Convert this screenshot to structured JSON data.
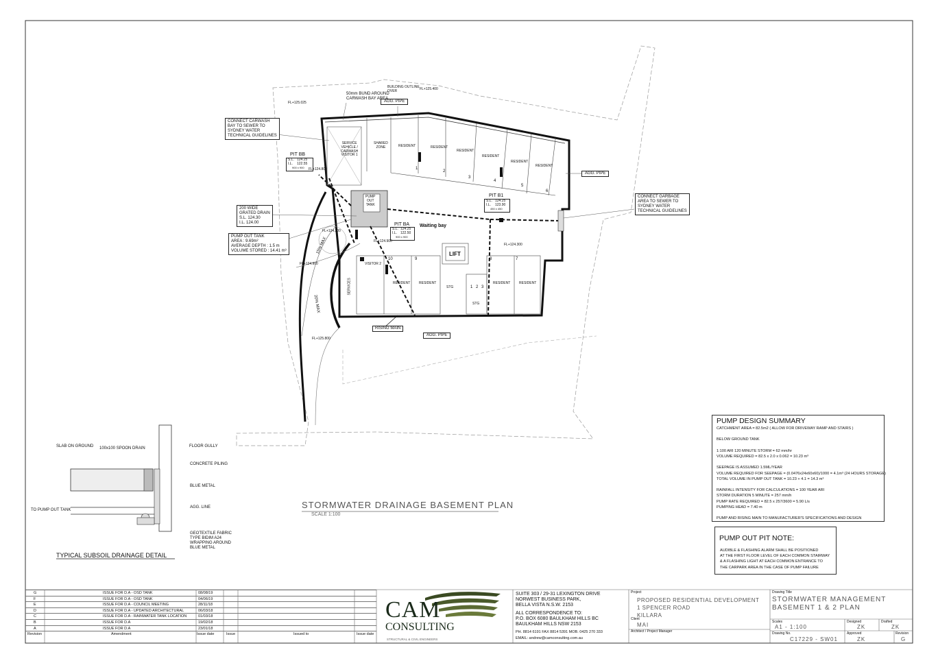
{
  "plan": {
    "title": "STORMWATER DRAINAGE BASEMENT  PLAN",
    "scale": "SCALE 1:100"
  },
  "callouts": {
    "bund": [
      "50mm BUND AROUND",
      "CARWASH BAY AREA"
    ],
    "building_outline": [
      "BUILDING OUTLINE",
      "OVER"
    ],
    "agg_pipe_top": "AGG. PIPE",
    "agg_pipe_right": "AGG. PIPE",
    "agg_pipe_bottom": "AGG. PIPE",
    "rising_main": "RISING MAIN",
    "carwash_sewer": [
      "CONNECT CARWASH",
      "BAY TO SEWER TO",
      "SYDNEY WATER",
      "TECHNICAL GUIDELINES"
    ],
    "garbage_sewer": [
      "CONNECT GARBAGE",
      "AREA TO SEWER TO",
      "SYDNEY WATER",
      "TECHNICAL GUIDELINES"
    ],
    "grated_drain": [
      "200 WIDE",
      "GRATED DRAIN",
      "S.L. 124.30",
      "I.L. 124.00"
    ],
    "pump_tank": [
      "PUMP OUT TANK",
      "AREA : 9.69m²",
      "AVERAGE DEPTH : 1.5 m",
      "VOLUME STORED : 14.41 m³"
    ],
    "pit_bb": {
      "title": "PIT BB",
      "sl": "S.L.",
      "sl_val": "124.25",
      "il": "I.L.",
      "il_val": "122.55",
      "size": "900 x 900"
    },
    "pit_b1": {
      "title": "PIT B1",
      "sl": "S.L.",
      "sl_val": "124.25",
      "il": "I.L.",
      "il_val": "123.90",
      "size": "450 x 450"
    },
    "pit_ba": {
      "title": "PIT BA",
      "sl": "S.L.",
      "sl_val": "124.25",
      "il": "I.L.",
      "il_val": "122.50",
      "size": "900 x 900"
    }
  },
  "spaces": {
    "service": [
      "SERVICE",
      "VEHICLE /",
      "CARWASH",
      "VISITOR 1"
    ],
    "shared": [
      "SHARED",
      "ZONE"
    ],
    "resident": "RESIDENT",
    "visitor2": "VISITOR 2",
    "services": "SERVICES",
    "waiting_bay": "Waiting bay",
    "lift": "LIFT",
    "stg": "STG",
    "pump_out_tank": [
      "PUMP",
      "OUT",
      "TANK"
    ],
    "numbers": [
      "1",
      "2",
      "3",
      "4",
      "5",
      "6",
      "7",
      "8",
      "9",
      "10",
      "1",
      "2",
      "3"
    ],
    "ramp1": "15% MAX",
    "ramp2": "20% MAX"
  },
  "detail": {
    "title": "TYPICAL SUBSOIL DRAINAGE DETAIL",
    "slab": "SLAB ON GROUND",
    "spoon": "100x100 SPOON DRAIN",
    "floor_gully": "FLOOR GULLY",
    "piling": "CONCRETE PILING",
    "blue_metal": "BLUE METAL",
    "agg_line": "AGG. LINE",
    "to_tank": "TO PUMP OUT TANK",
    "geotextile": [
      "GEOTEXTILE FABRIC",
      "TYPE BIDIM A24",
      "WRAPPING AROUND",
      "BLUE METAL"
    ]
  },
  "summary": {
    "title": "PUMP DESIGN SUMMARY",
    "lines": [
      "CATCHMENT AREA = 82.5m2 ( ALLOW FOR DRIVEWAY RAMP AND STAIRS )",
      "",
      "BELOW GROUND TANK",
      "",
      "1:100 ARI 120 MINUTE STORM = 62 mm/hr",
      "VOLUME REQUIRED = 82.5 x 2.0 x 0.062 = 10.23 m³",
      "",
      "SEEPAGE IS ASSUMED 1.5ML/YEAR",
      "VOLUME REQUIRED FOR SEEPAGE = (0.0476x24x60x60)/1000 = 4.1m³ (24 HOURS STORAGE)",
      "TOTAL VOLUME IN PUMP OUT TANK = 10.23 + 4.1 = 14.3 m³",
      "",
      "RAINFALL INTENSITY FOR CALCULATIONS = 100 YEAR ARI",
      "STORM DURATION 5 MINUTE = 257 mm/h",
      "PUMP RATE REQUIRED = 82.5 x 257/3600 = 5.90 L/s",
      "PUMPING HEAD = 7.40 m",
      "",
      "PUMP AND RISING MAIN TO MANUFACTURER'S SPECIFICATIONS AND DESIGN"
    ]
  },
  "note": {
    "title": "PUMP OUT PIT NOTE:",
    "lines": [
      "AUDIBLE & FLASHING ALARM SHALL BE POSITIONED",
      "AT THE FIRST FLOOR LEVEL OF EACH COMMON STAIRWAY",
      "& A FLASHING LIGHT AT EACH COMMON ENTRANCE TO",
      "THE CARPARK AREA IN THE CASE OF PUMP FAILURE"
    ]
  },
  "revisions": {
    "rows": [
      {
        "rev": "G",
        "text": "ISSUE FOR D.A - OSD TANK",
        "date": "08/08/19"
      },
      {
        "rev": "F",
        "text": "ISSUE FOR D.A - OSD TANK",
        "date": "04/06/19"
      },
      {
        "rev": "E",
        "text": "ISSUE FOR D.A - COUNCIL MEETING",
        "date": "28/11/18"
      },
      {
        "rev": "D",
        "text": "ISSUE FOR D.A - UPDATED ARCHITECTURAL",
        "date": "06/03/18"
      },
      {
        "rev": "C",
        "text": "ISSUE FOR D.A - RAINWATER TANK LOCATION",
        "date": "01/03/18"
      },
      {
        "rev": "B",
        "text": "ISSUE FOR D.A",
        "date": "19/02/18"
      },
      {
        "rev": "A",
        "text": "ISSUE FOR D.A",
        "date": "23/01/18"
      }
    ],
    "headers": {
      "revision": "Revision",
      "amendment": "Amendment",
      "issue_date": "Issue date",
      "issue": "Issue",
      "issued_to": "Issued to",
      "issue_date2": "Issue date"
    }
  },
  "company": {
    "name1": "CAM",
    "name2": "CONSULTING",
    "tagline": "STRUCTURAL & CIVIL ENGINEERS",
    "address": [
      "SUITE 303 / 29-31 LEXINGTON DRIVE",
      "NORWEST BUSINESS PARK,",
      "BELLA VISTA N.S.W. 2153"
    ],
    "correspondence": [
      "ALL CORRESPONDENCE TO:",
      "P.O. BOX 6080 BAULKHAM HILLS BC",
      "BAULKHAM HILLS NSW 2153"
    ],
    "contact": [
      "PH. 8814 6191  FAX 8814 5391  MOB. 0425 270 333",
      "EMAIL: andrew@camconsulting.com.au"
    ]
  },
  "title_block": {
    "project_label": "Project",
    "project": [
      "PROPOSED RESIDENTIAL DEVELOPMENT",
      "1 SPENCER ROAD",
      "KILLARA"
    ],
    "client_label": "Client",
    "client": "MAI",
    "architect_label": "Architect / Project Manager",
    "drawing_title_label": "Drawing Title",
    "drawing_title": [
      "STORMWATER MANAGEMENT",
      "BASEMENT 1 & 2 PLAN"
    ],
    "scales_label": "Scales",
    "scales": "A1 - 1:100",
    "designed_label": "Designed",
    "designed": "ZK",
    "drafted_label": "Drafted",
    "drafted": "ZK",
    "drawing_no_label": "Drawing No.",
    "drawing_no": "C17229 - SW01",
    "approved_label": "Approved",
    "approved": "ZK",
    "revision_label": "Revision",
    "revision": "G"
  },
  "levels": {
    "fl1": "FL+125.025",
    "fl2": "FL+125.400",
    "fl3": "FL+124.800",
    "fl4": "FL+124.300",
    "fl5": "FL+124.900",
    "fl6": "FL+124.300",
    "fl7": "FL+125.800",
    "fl8": "FL+124.900"
  }
}
